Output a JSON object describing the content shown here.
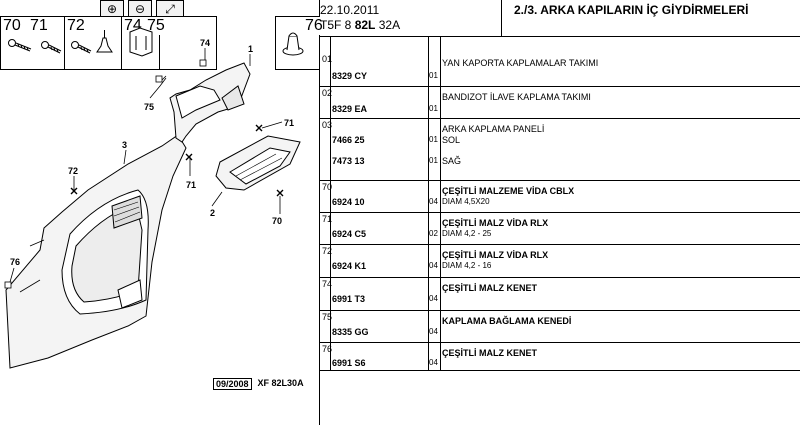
{
  "toolbar": {
    "buttons": [
      {
        "name": "zoom-in-button",
        "glyph": "⊕"
      },
      {
        "name": "zoom-out-button",
        "glyph": "⊖"
      },
      {
        "name": "zoom-fit-button",
        "glyph": "⤢"
      }
    ]
  },
  "part_boxes": [
    {
      "num": "70",
      "icon": "screw-icon"
    },
    {
      "num": "71",
      "icon": "screw-icon"
    },
    {
      "num": "72",
      "icon": "screw-icon"
    },
    {
      "num": "74",
      "icon": "rivet-icon"
    },
    {
      "num": "75",
      "icon": "clip-icon"
    },
    {
      "num": "76",
      "icon": "push-pin-icon"
    }
  ],
  "diagram": {
    "callouts": [
      "1",
      "2",
      "3",
      "70",
      "71",
      "71",
      "72",
      "74",
      "75",
      "76"
    ],
    "ref_date": "09/2008",
    "ref_code": "XF 82L30A"
  },
  "header": {
    "date": "22.10.2011",
    "code_prefix": "T5F 8",
    "code_bold": "82L",
    "code_suffix": "32A",
    "title": "2./3. ARKA KAPILARIN İÇ GİYDİRMELERİ"
  },
  "rows": [
    {
      "seq": "01",
      "lines": [
        {
          "ref": "",
          "qty": "",
          "desc": "YAN KAPORTA KAPLAMALAR TAKIMI",
          "bold": false,
          "small": false
        },
        {
          "ref": "8329 CY",
          "qty": "01",
          "desc": "",
          "bold": false,
          "small": false
        }
      ]
    },
    {
      "seq": "02",
      "lines": [
        {
          "ref": "",
          "qty": "",
          "desc": "BANDIZOT İLAVE KAPLAMA TAKIMI",
          "bold": false,
          "small": false
        },
        {
          "ref": "8329 EA",
          "qty": "01",
          "desc": "",
          "bold": false,
          "small": false
        }
      ]
    },
    {
      "seq": "03",
      "lines": [
        {
          "ref": "",
          "qty": "",
          "desc": "ARKA KAPLAMA PANELİ",
          "bold": false,
          "small": false
        },
        {
          "ref": "7466 25",
          "qty": "01",
          "desc": "SOL",
          "bold": false,
          "small": false
        },
        {
          "ref": "",
          "qty": "",
          "desc": "",
          "bold": false,
          "small": false
        },
        {
          "ref": "7473 13",
          "qty": "01",
          "desc": "SAĞ",
          "bold": false,
          "small": false
        }
      ]
    },
    {
      "seq": "70",
      "lines": [
        {
          "ref": "",
          "qty": "",
          "desc": "ÇEŞİTLİ MALZEME VİDA CBLX",
          "bold": true,
          "small": false
        },
        {
          "ref": "6924 10",
          "qty": "04",
          "desc": "DIAM 4,5X20",
          "bold": false,
          "small": true
        }
      ]
    },
    {
      "seq": "71",
      "lines": [
        {
          "ref": "",
          "qty": "",
          "desc": "ÇEŞİTLİ MALZ VİDA RLX",
          "bold": true,
          "small": false
        },
        {
          "ref": "6924 C5",
          "qty": "02",
          "desc": "DIAM 4,2 - 25",
          "bold": false,
          "small": true
        }
      ]
    },
    {
      "seq": "72",
      "lines": [
        {
          "ref": "",
          "qty": "",
          "desc": "ÇEŞİTLİ MALZ VİDA RLX",
          "bold": true,
          "small": false
        },
        {
          "ref": "6924 K1",
          "qty": "04",
          "desc": "DIAM 4,2 - 16",
          "bold": false,
          "small": true
        }
      ]
    },
    {
      "seq": "74",
      "lines": [
        {
          "ref": "",
          "qty": "",
          "desc": "ÇEŞİTLİ MALZ KENET",
          "bold": true,
          "small": false
        },
        {
          "ref": "6991 T3",
          "qty": "04",
          "desc": "",
          "bold": false,
          "small": false
        }
      ]
    },
    {
      "seq": "75",
      "lines": [
        {
          "ref": "",
          "qty": "",
          "desc": "KAPLAMA BAĞLAMA KENEDİ",
          "bold": true,
          "small": false
        },
        {
          "ref": "8335 GG",
          "qty": "04",
          "desc": "",
          "bold": false,
          "small": false
        }
      ]
    },
    {
      "seq": "76",
      "lines": [
        {
          "ref": "",
          "qty": "",
          "desc": "ÇEŞİTLİ MALZ KENET",
          "bold": true,
          "small": false
        },
        {
          "ref": "6991 S6",
          "qty": "04",
          "desc": "",
          "bold": false,
          "small": false
        }
      ]
    }
  ]
}
